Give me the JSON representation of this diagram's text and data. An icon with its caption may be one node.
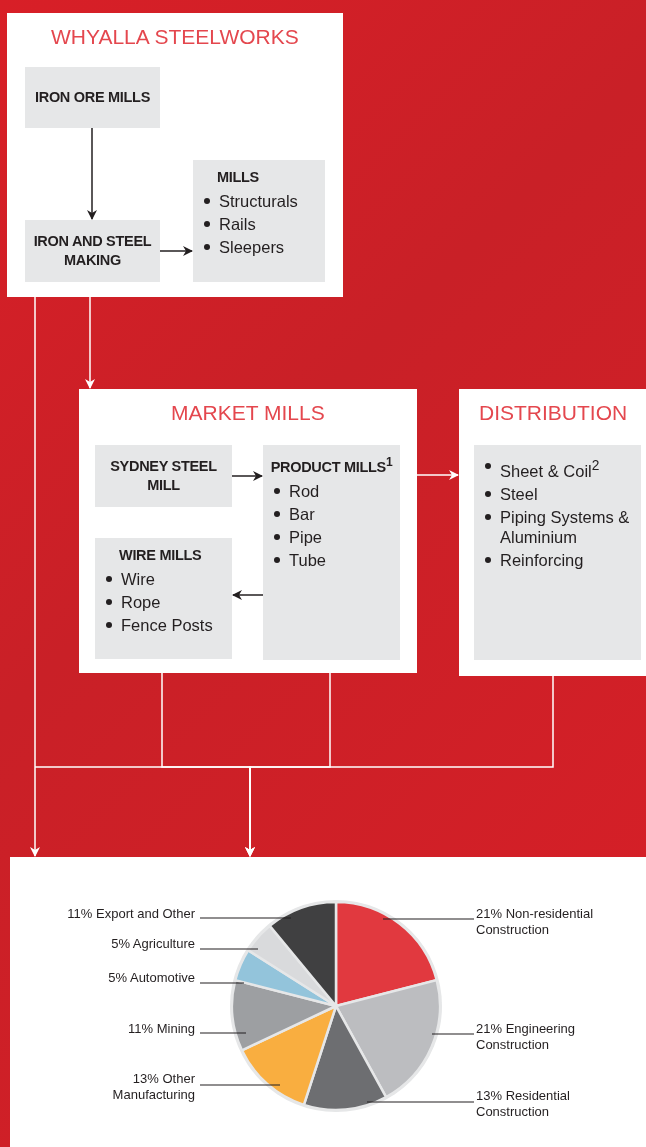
{
  "diagram": {
    "nodes": [
      {
        "text": [
          "WHYALLA STEELWORKS"
        ]
      },
      {
        "text": [
          "IRON ORE MILLS"
        ],
        "in": 0
      },
      {
        "text": [
          "IRON AND STEEL MAKING"
        ],
        "in": 0
      },
      {
        "text": [
          "MILLS",
          "Structurals",
          "Rails",
          "Sleepers"
        ],
        "in": 0
      },
      {
        "text": [
          "MARKET MILLS"
        ]
      },
      {
        "text": [
          "SYDNEY STEEL MILL"
        ],
        "in": 4
      },
      {
        "text": [
          "PRODUCT MILLS$^{1}$",
          "Rod",
          "Bar",
          "Pipe",
          "Tube"
        ],
        "in": 4
      },
      {
        "text": [
          "WIRE MILLS",
          "Wire",
          "Rope",
          "Fence Posts"
        ],
        "in": 4
      },
      {
        "text": [
          "DISTRIBUTION"
        ]
      },
      {
        "text": [
          "Sheet & Coil$^{2}$",
          "Steel",
          "Piping Systems & Aluminium",
          "Reinforcing"
        ],
        "in": 8
      },
      {
        "text": [],
        "shape": "box"
      }
    ],
    "edges": [
      {
        "from": 1,
        "to": 2,
        "arrow": "to",
        "color": "#231f20"
      },
      {
        "from": 2,
        "to": 3,
        "arrow": "to",
        "color": "#231f20"
      },
      {
        "from": 0,
        "to": 4,
        "arrow": "to"
      },
      {
        "from": 5,
        "to": 6,
        "arrow": "to",
        "color": "#231f20"
      },
      {
        "from": 6,
        "to": 7,
        "arrow": "to",
        "color": "#231f20"
      },
      {
        "from": 4,
        "to": 8,
        "arrow": "to"
      },
      {
        "from": 0,
        "to": 10,
        "arrow": "to"
      },
      {
        "from": 4,
        "to": 10,
        "arrow": "to"
      },
      {
        "from": 4,
        "to": 10,
        "arrow": "to"
      },
      {
        "from": 8,
        "to": 10,
        "arrow": "to"
      }
    ],
    "chart_data": {
      "type": "pie",
      "categories": [
        "21% Non-residential Construction",
        "21% Engineering Construction",
        "13% Residential Construction",
        "13% Other Manufacturing",
        "11% Mining",
        "5% Automotive",
        "5% Agriculture",
        "11% Export and Other"
      ],
      "values": [
        21,
        21,
        13,
        13,
        11,
        5,
        5,
        11
      ]
    }
  }
}
